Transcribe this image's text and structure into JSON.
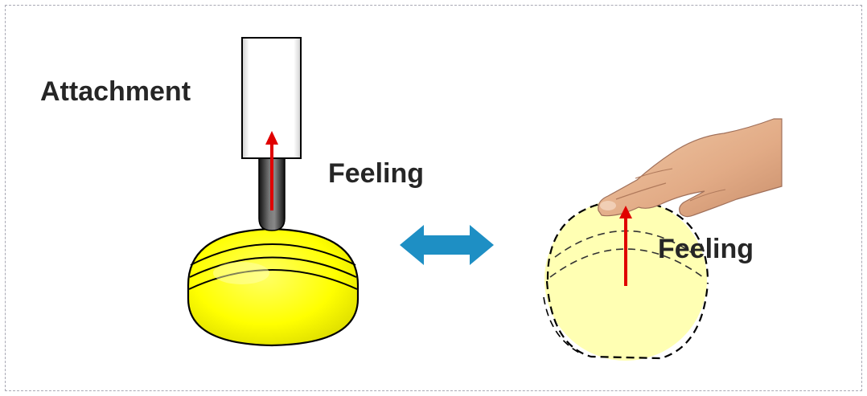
{
  "labels": {
    "attachment": "Attachment",
    "feeling_left": "Feeling",
    "feeling_right": "Feeling"
  },
  "colors": {
    "ball_yellow": "#ffff00",
    "ball_outline": "#000000",
    "arrow_red": "#e00000",
    "double_arrow_blue": "#1e8fc4",
    "text": "#262626",
    "frame_border": "#a8a8b4"
  },
  "icons": {
    "attachment_holder": "attachment-box",
    "probe": "probe-rod",
    "compressed_ball": "squashed-yellow-ball",
    "round_ball": "round-yellow-ball",
    "hand": "hand-icon",
    "equivalence": "double-arrow-icon",
    "force_arrow": "red-up-arrow-icon"
  }
}
